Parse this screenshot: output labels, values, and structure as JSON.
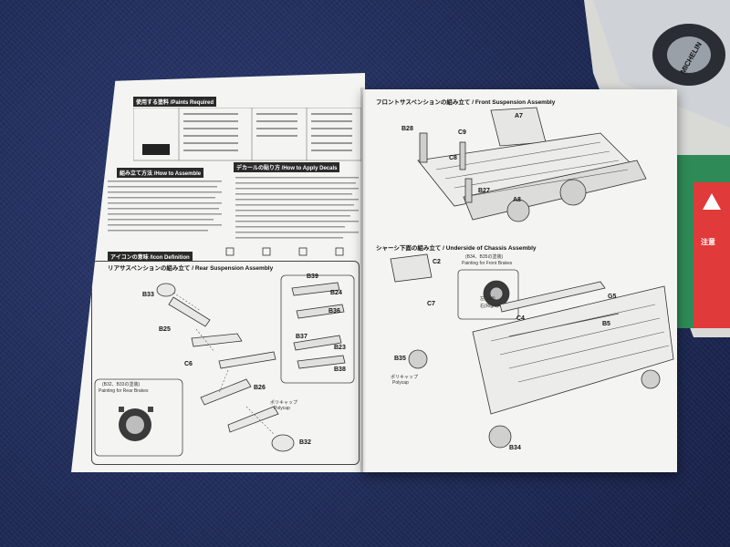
{
  "left_page": {
    "paints_header": "使用する塗料 /Paints Required",
    "how_to_assemble_header": "組み立て方法 /How to Assemble",
    "how_to_apply_decals_header": "デカールの貼り方 /How to Apply Decals",
    "icon_definition_header": "アイコンの意味 /Icon Definition",
    "step1_title": "リアサスペンションの組み立て / Rear Suspension Assembly",
    "parts": {
      "b33": "B33",
      "b25": "B25",
      "c6": "C6",
      "b26": "B26",
      "b32": "B32",
      "b39": "B39",
      "b24": "B24",
      "b36": "B36",
      "b37": "B37",
      "b23": "B23",
      "b38": "B38"
    },
    "polycap_jp": "ポリキャップ",
    "polycap_en": "Polycap",
    "inset_note": "(B32、B33の塗装)",
    "inset_caption": "Painting for Rear Brakes"
  },
  "right_page": {
    "step2_title": "フロントサスペンションの組み立て / Front Suspension Assembly",
    "step3_title": "シャーシ下面の組み立て / Underside of Chassis Assembly",
    "parts": {
      "a7": "A7",
      "b28": "B28",
      "c9": "C9",
      "c8": "C8",
      "b27": "B27",
      "a8": "A8",
      "c2": "C2",
      "c7": "C7",
      "c4": "C4",
      "g5": "G5",
      "b5": "B5",
      "b35": "B35",
      "b34": "B34"
    },
    "step3_note": "(B34、B35の塗装)",
    "step3_caption": "Painting for Front Brakes",
    "left_label": "左(Left)",
    "right_label": "右(Right)",
    "polycap_jp": "ポリキャップ",
    "polycap_en": "Polycap"
  },
  "box": {
    "brand_text": "MICHELIN",
    "caution_text": "注意"
  },
  "colors": {
    "carpet": "#1f2b58",
    "paper": "#f4f4f2",
    "ink": "#222222",
    "box_green": "#2e8b57",
    "box_red": "#e03a3a"
  }
}
